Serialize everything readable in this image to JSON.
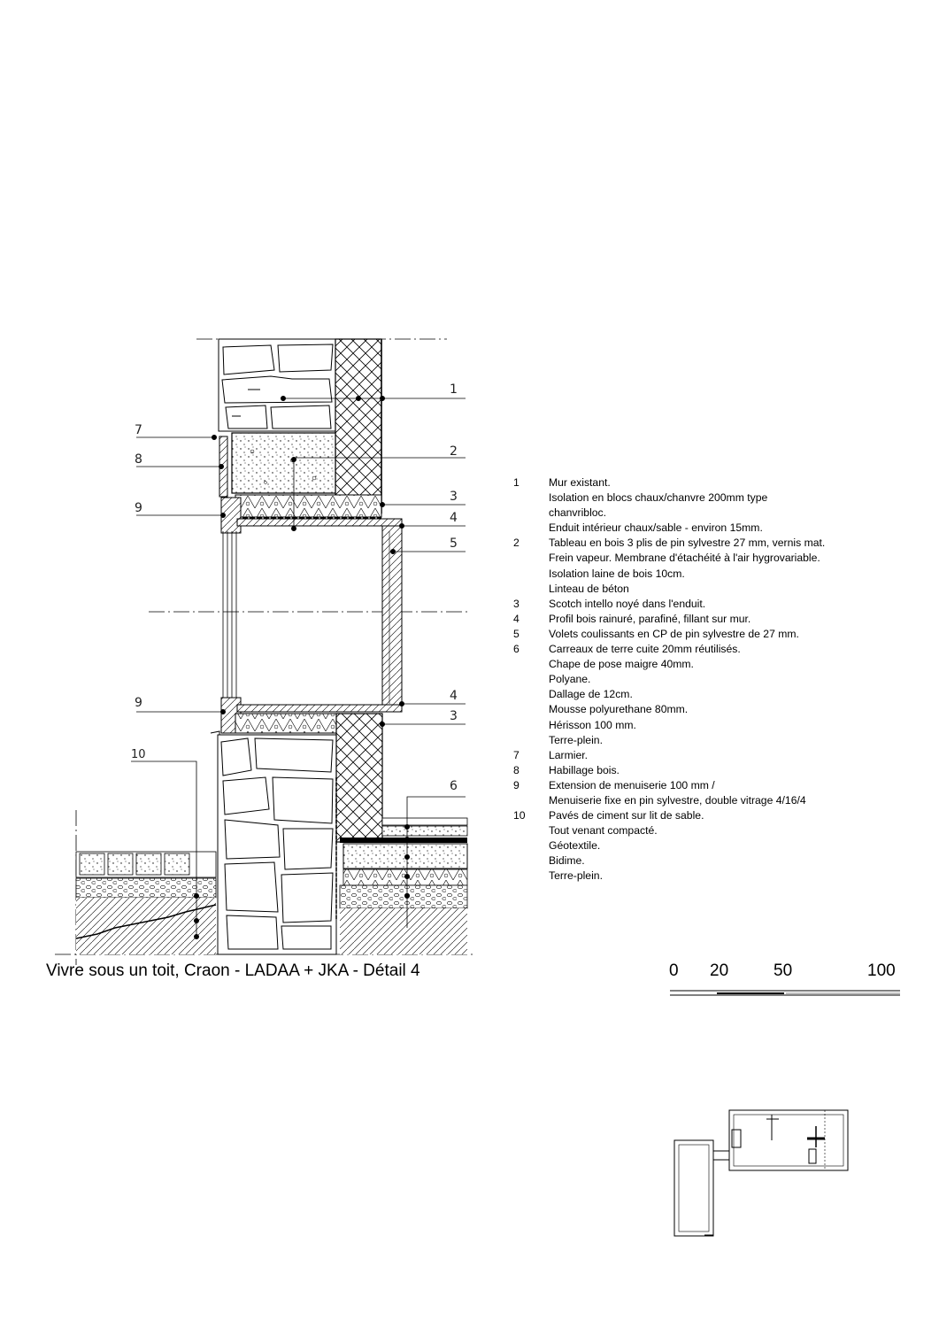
{
  "callouts": [
    "1",
    "2",
    "3",
    "4",
    "5",
    "7",
    "8",
    "9",
    "9",
    "4",
    "3",
    "10",
    "6"
  ],
  "legend": [
    {
      "num": "1",
      "lines": [
        "Mur existant.",
        "Isolation en blocs chaux/chanvre 200mm type",
        "chanvribloc.",
        "Enduit intérieur chaux/sable - environ 15mm."
      ]
    },
    {
      "num": "2",
      "lines": [
        "Tableau en bois 3 plis de pin sylvestre 27 mm, vernis mat.",
        "Frein vapeur. Membrane d'étachéité à l'air hygrovariable.",
        "Isolation laine de bois 10cm.",
        "Linteau de béton"
      ]
    },
    {
      "num": "3",
      "lines": [
        "Scotch intello noyé dans l'enduit."
      ]
    },
    {
      "num": "4",
      "lines": [
        "Profil bois rainuré, parafiné, fillant sur mur."
      ]
    },
    {
      "num": "5",
      "lines": [
        "Volets coulissants en CP de pin sylvestre de 27 mm."
      ]
    },
    {
      "num": "6",
      "lines": [
        "Carreaux de terre cuite 20mm réutilisés.",
        "Chape de pose maigre 40mm.",
        "Polyane.",
        "Dallage de 12cm.",
        "Mousse polyurethane 80mm.",
        "Hérisson 100 mm.",
        "Terre-plein."
      ]
    },
    {
      "num": "7",
      "lines": [
        "Larmier."
      ]
    },
    {
      "num": "8",
      "lines": [
        "Habillage bois."
      ]
    },
    {
      "num": "9",
      "lines": [
        "Extension de menuiserie 100 mm /",
        "Menuiserie fixe en pin sylvestre, double vitrage 4/16/4"
      ]
    },
    {
      "num": "10",
      "lines": [
        "Pavés de ciment sur lit de sable.",
        "Tout venant compacté.",
        "Géotextile.",
        "Bidime.",
        "Terre-plein."
      ]
    }
  ],
  "title": "Vivre sous un toit, Craon - LADAA + JKA - Détail 4",
  "scale": {
    "labels": [
      "0",
      "20",
      "50",
      "100"
    ]
  }
}
